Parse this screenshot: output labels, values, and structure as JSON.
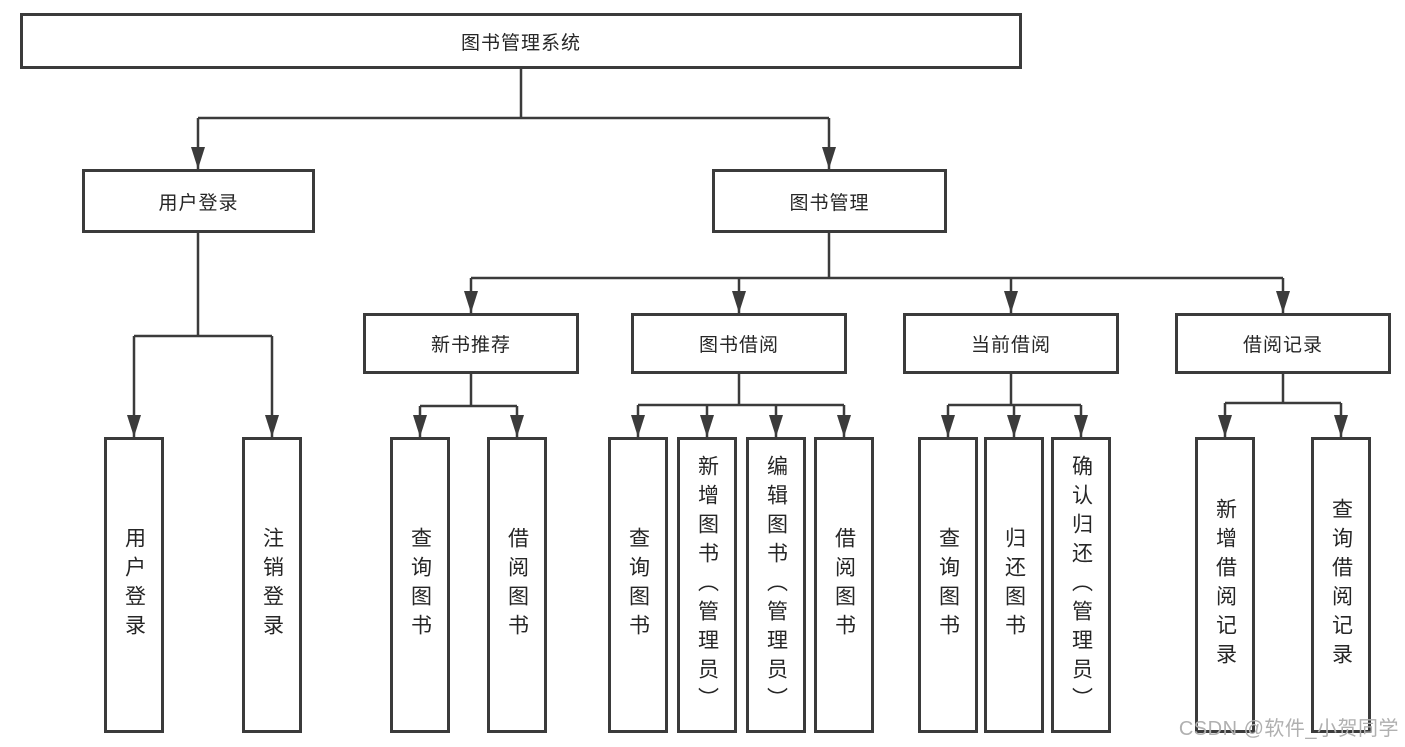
{
  "diagram": {
    "root": {
      "label": "图书管理系统"
    },
    "branches": [
      {
        "label": "用户登录",
        "children": [
          {
            "label": "用户登录"
          },
          {
            "label": "注销登录"
          }
        ]
      },
      {
        "label": "图书管理",
        "children": [
          {
            "label": "新书推荐",
            "children": [
              {
                "label": "查询图书"
              },
              {
                "label": "借阅图书"
              }
            ]
          },
          {
            "label": "图书借阅",
            "children": [
              {
                "label": "查询图书"
              },
              {
                "label": "新增图书（管理员）"
              },
              {
                "label": "编辑图书（管理员）"
              },
              {
                "label": "借阅图书"
              }
            ]
          },
          {
            "label": "当前借阅",
            "children": [
              {
                "label": "查询图书"
              },
              {
                "label": "归还图书"
              },
              {
                "label": "确认归还（管理员）"
              }
            ]
          },
          {
            "label": "借阅记录",
            "children": [
              {
                "label": "新增借阅记录"
              },
              {
                "label": "查询借阅记录"
              }
            ]
          }
        ]
      }
    ]
  },
  "watermark": {
    "text": "CSDN @软件_小贺同学"
  },
  "colors": {
    "line": "#3b3b3b",
    "box_border": "#3b3b3b",
    "box_fill": "#ffffff",
    "text": "#262626",
    "watermark": "#b0b0b0",
    "background": "#ffffff"
  }
}
